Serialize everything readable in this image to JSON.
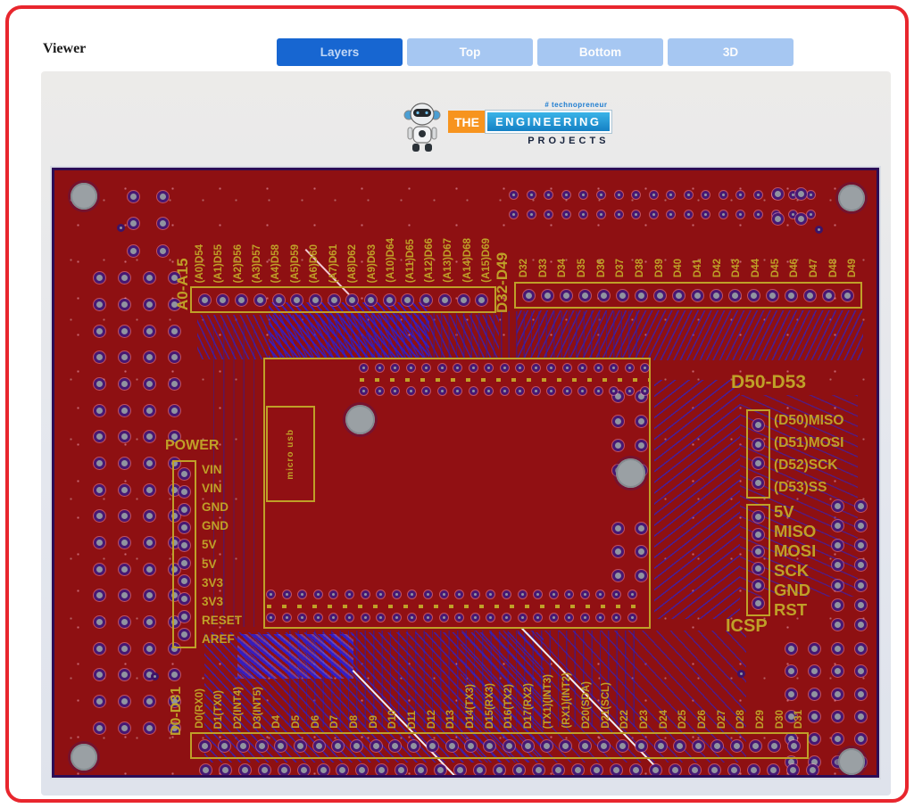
{
  "header": {
    "title": "Viewer",
    "tabs": [
      {
        "label": "Layers",
        "active": true
      },
      {
        "label": "Top",
        "active": false
      },
      {
        "label": "Bottom",
        "active": false
      },
      {
        "label": "3D",
        "active": false
      }
    ]
  },
  "logo": {
    "tagline": "# technopreneur",
    "word1": "THE",
    "word2": "ENGINEERING",
    "word3": "PROJECTS"
  },
  "pcb": {
    "connectors": {
      "a0_a15": {
        "title": "A0-A15",
        "labels": [
          "(A0)D54",
          "(A1)D55",
          "(A2)D56",
          "(A3)D57",
          "(A4)D58",
          "(A5)D59",
          "(A6)D60",
          "(A7)D61",
          "(A8)D62",
          "(A9)D63",
          "(A10)D64",
          "(A11)D65",
          "(A12)D66",
          "(A13)D67",
          "(A14)D68",
          "(A15)D69"
        ]
      },
      "d32_d49": {
        "title": "D32-D49",
        "labels": [
          "D32",
          "D33",
          "D34",
          "D35",
          "D36",
          "D37",
          "D38",
          "D39",
          "D40",
          "D41",
          "D42",
          "D43",
          "D44",
          "D45",
          "D46",
          "D47",
          "D48",
          "D49"
        ]
      },
      "d50_d53": {
        "title": "D50-D53",
        "labels": [
          "(D50)MISO",
          "(D51)MOSI",
          "(D52)SCK",
          "(D53)SS"
        ]
      },
      "icsp": {
        "title": "ICSP",
        "labels": [
          "5V",
          "MISO",
          "MOSI",
          "SCK",
          "GND",
          "RST"
        ]
      },
      "power": {
        "title": "POWER",
        "labels": [
          "VIN",
          "VIN",
          "GND",
          "GND",
          "5V",
          "5V",
          "3V3",
          "3V3",
          "RESET",
          "AREF"
        ]
      },
      "d0_d31": {
        "title": "D0-D31",
        "labels": [
          "D0(RX0)",
          "D1(TX0)",
          "D2(INT4)",
          "D3(INT5)",
          "D4",
          "D5",
          "D6",
          "D7",
          "D8",
          "D9",
          "D10",
          "D11",
          "D12",
          "D13",
          "D14(TX3)",
          "D15(RX3)",
          "D16(TX2)",
          "D17(RX2)",
          "(TX1)(INT3)",
          "(RX1)(INT2)",
          "D20(SDA)",
          "D21(SCL)",
          "D22",
          "D23",
          "D24",
          "D25",
          "D26",
          "D27",
          "D28",
          "D29",
          "D30",
          "D31"
        ]
      },
      "usb": {
        "label": "micro usb"
      }
    },
    "colors": {
      "board_red": "#8e1012",
      "silkscreen_yellow": "#bfa028",
      "trace_blue": "#2d23c9",
      "tab_active_blue": "#1766d1",
      "tab_inactive_blue": "#a6c7f2",
      "frame_red": "#e8262d",
      "logo_orange": "#f7941e",
      "logo_blue": "#1e9cd7"
    }
  }
}
